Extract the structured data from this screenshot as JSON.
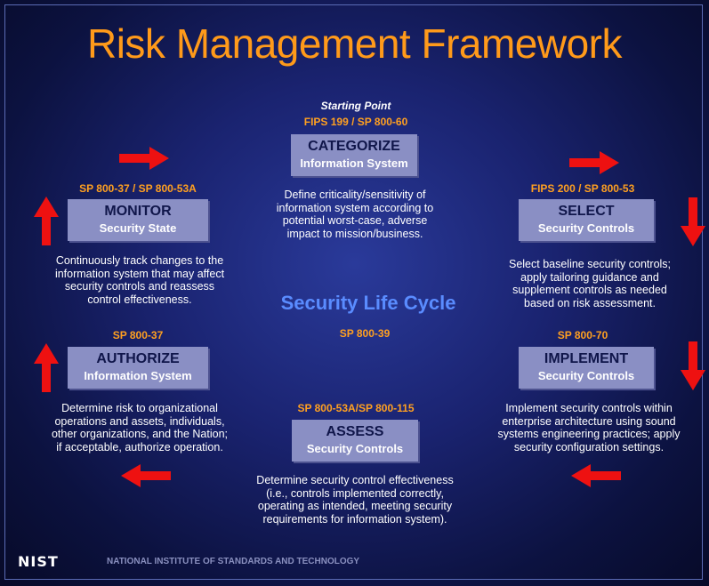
{
  "title": "Risk Management Framework",
  "starting_point": "Starting Point",
  "center": {
    "title": "Security Life Cycle",
    "ref": "SP 800-39"
  },
  "steps": {
    "categorize": {
      "ref": "FIPS 199 / SP 800-60",
      "main": "CATEGORIZE",
      "sub": "Information System",
      "desc": [
        "Define criticality/sensitivity of",
        "information system according to",
        "potential worst-case, adverse",
        "impact to mission/business."
      ]
    },
    "select": {
      "ref": "FIPS 200 / SP 800-53",
      "main": "SELECT",
      "sub": "Security Controls",
      "desc": [
        "Select baseline security controls;",
        "apply tailoring guidance and",
        "supplement controls as needed",
        "based on risk assessment."
      ]
    },
    "implement": {
      "ref": "SP 800-70",
      "main": "IMPLEMENT",
      "sub": "Security Controls",
      "desc": [
        "Implement security controls within",
        "enterprise architecture using sound",
        "systems engineering practices; apply",
        "security configuration settings."
      ]
    },
    "assess": {
      "ref": "SP 800-53A/SP 800-115",
      "main": "ASSESS",
      "sub": "Security Controls",
      "desc": [
        "Determine security control effectiveness",
        "(i.e., controls implemented correctly,",
        "operating as intended, meeting security",
        "requirements for information system)."
      ]
    },
    "authorize": {
      "ref": "SP 800-37",
      "main": "AUTHORIZE",
      "sub": "Information System",
      "desc": [
        "Determine risk to organizational",
        "operations and assets, individuals,",
        "other organizations, and the Nation;",
        "if acceptable, authorize operation."
      ]
    },
    "monitor": {
      "ref": "SP 800-37 / SP 800-53A",
      "main": "MONITOR",
      "sub": "Security State",
      "desc": [
        "Continuously track changes to the",
        "information system that may affect",
        "security controls and reassess",
        "control effectiveness."
      ]
    }
  },
  "footer": {
    "logo": "NIST",
    "text": "NATIONAL INSTITUTE OF STANDARDS AND TECHNOLOGY"
  },
  "colors": {
    "title": "#ff9a1a",
    "ref": "#ffa020",
    "box": "#8a8fc4",
    "arrow": "#ee1111",
    "center": "#5a8cff"
  }
}
